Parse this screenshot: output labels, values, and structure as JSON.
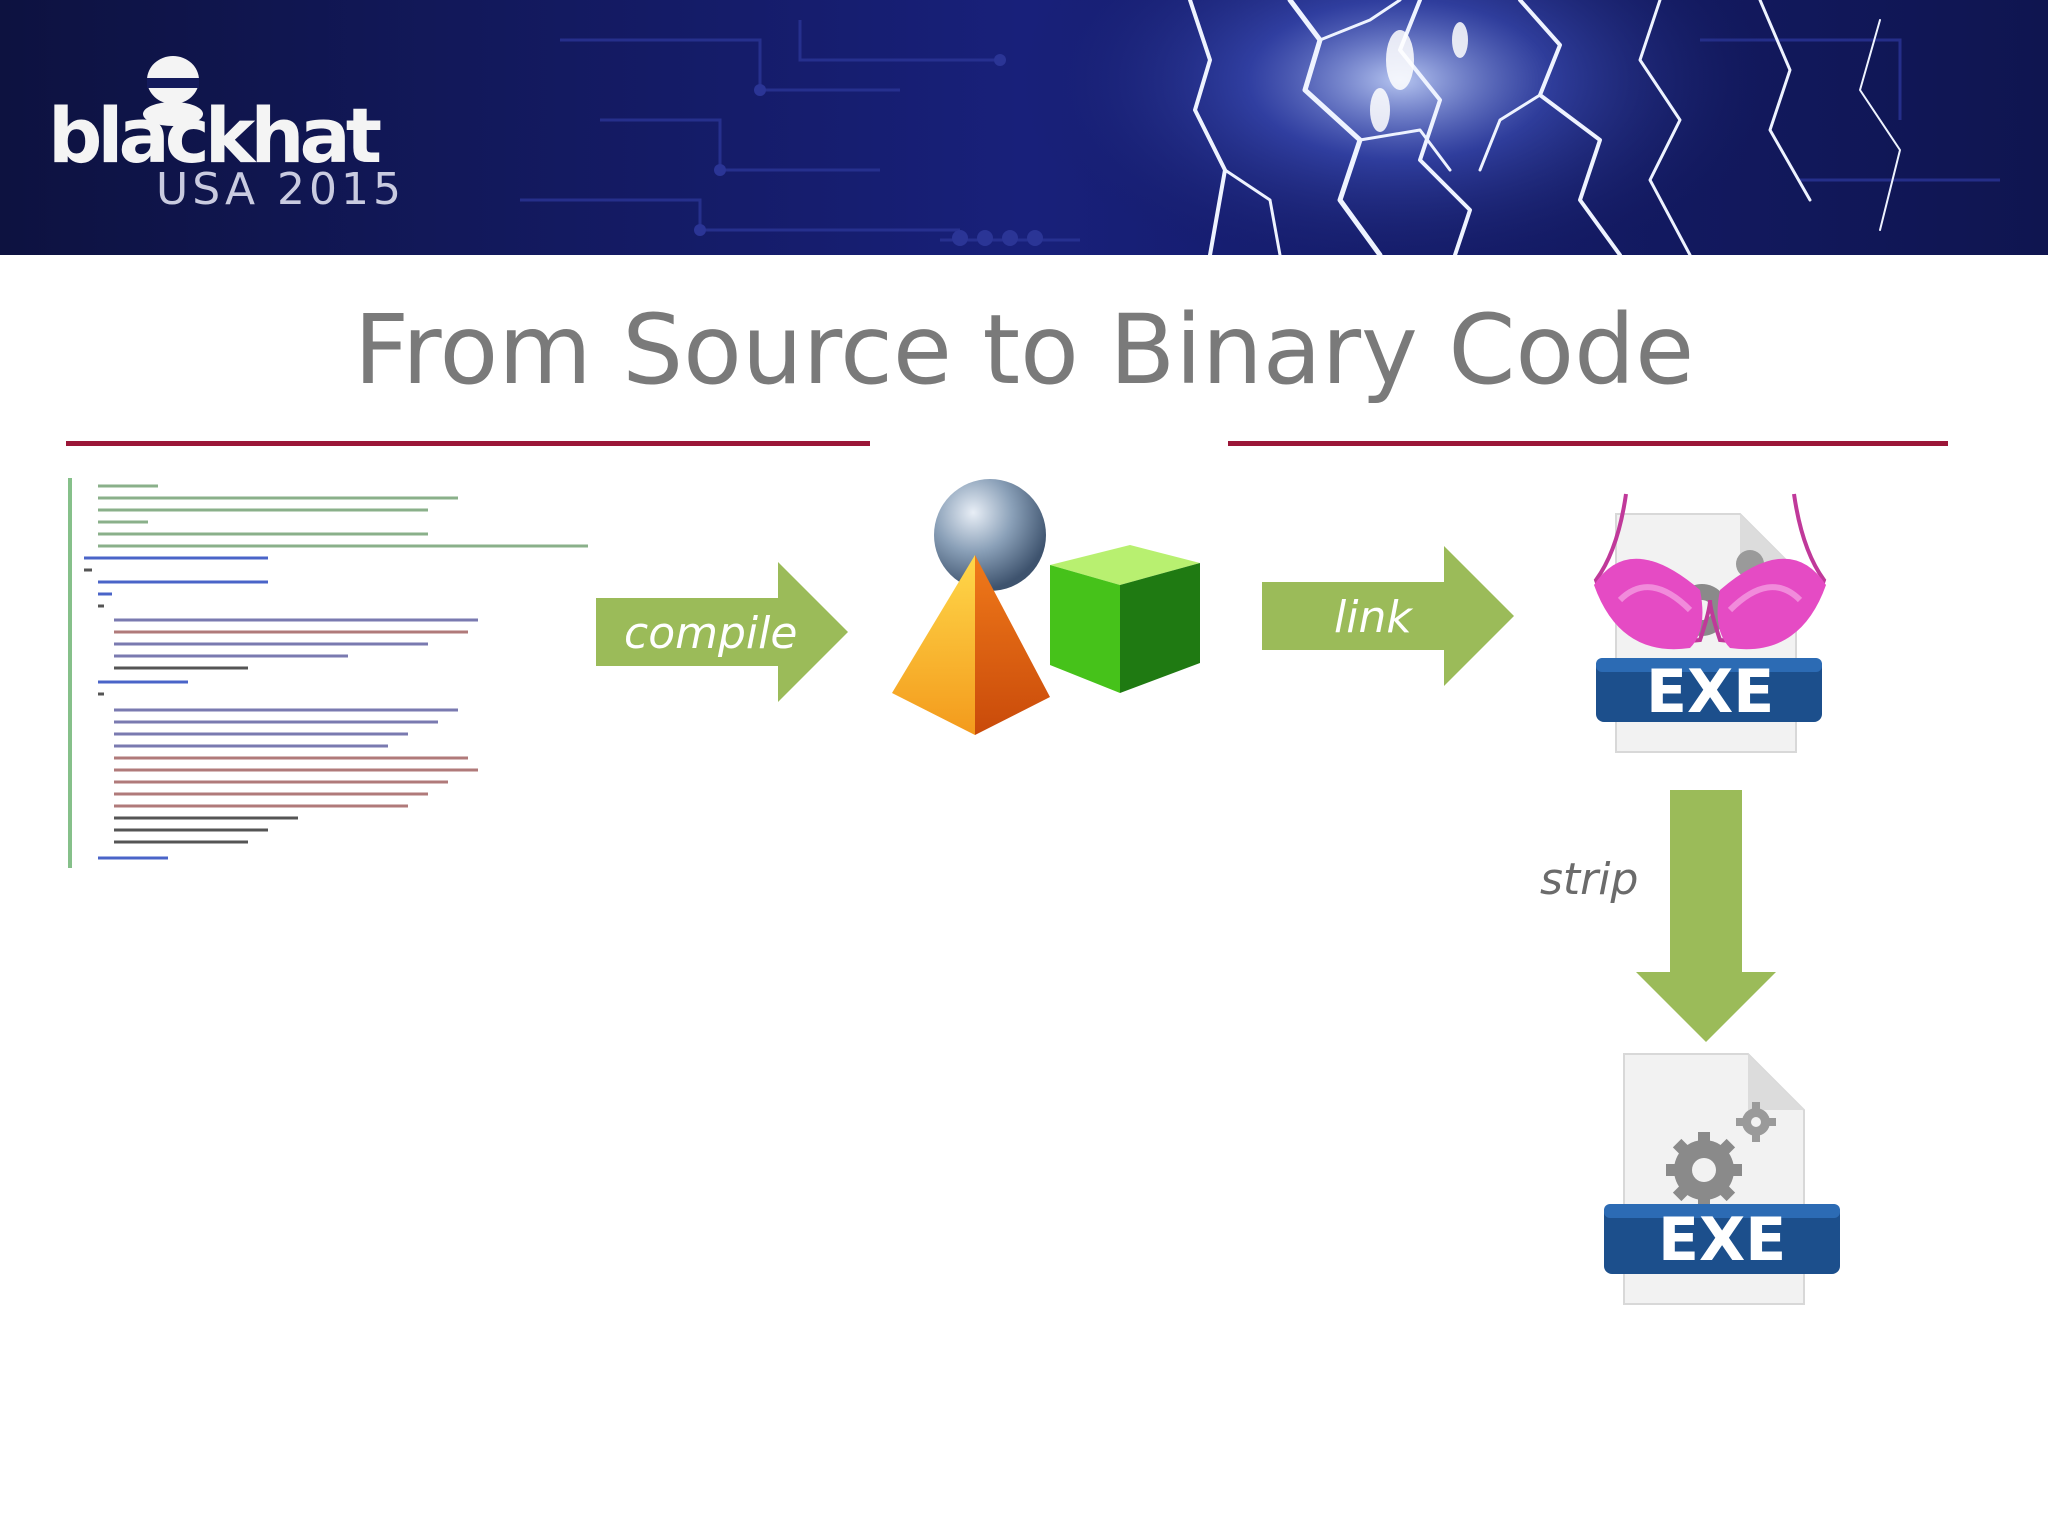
{
  "header": {
    "logo_word": "blackhat",
    "logo_sub": "USA 2015"
  },
  "slide": {
    "title": "From Source to Binary Code"
  },
  "diagram": {
    "compile_label": "compile",
    "link_label": "link",
    "strip_label": "strip",
    "exe_label_top": "EXE",
    "exe_label_bottom": "EXE"
  },
  "colors": {
    "header_bg": "#141b5c",
    "title": "#7a7a7a",
    "rule": "#9b1638",
    "arrow": "#9bbb59",
    "exe_badge": "#1c4f8c"
  }
}
